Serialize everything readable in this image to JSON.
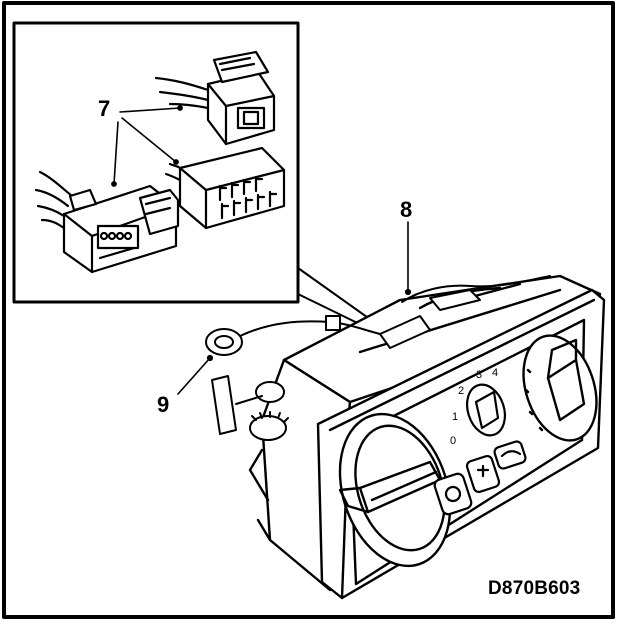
{
  "callouts": {
    "part_7": "7",
    "part_8": "8",
    "part_9": "9"
  },
  "figure_code": "D870B603",
  "colors": {
    "line": "#000000",
    "background": "#ffffff"
  }
}
